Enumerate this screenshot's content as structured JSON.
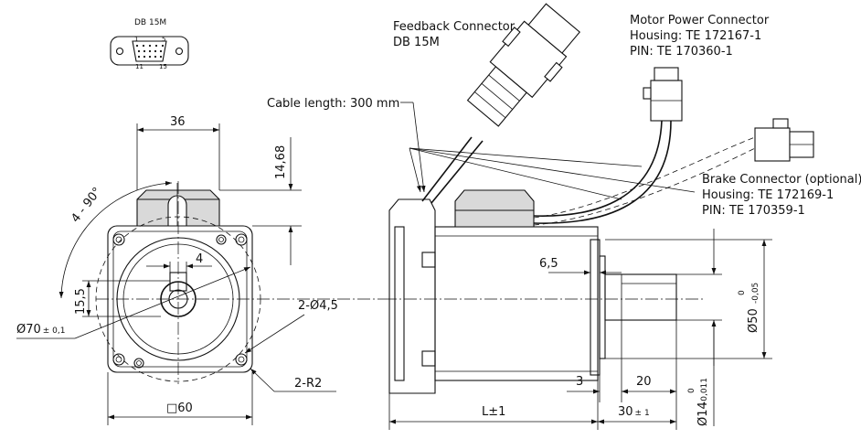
{
  "connectors": {
    "db15": {
      "title": "DB 15M",
      "pin_1": "1",
      "pin_5": "5",
      "pin_11": "11",
      "pin_15": "15"
    },
    "feedback": {
      "line1": "Feedback Connector",
      "line2": "DB 15M"
    },
    "motor_power": {
      "line1": "Motor Power Connector",
      "line2": "Housing: TE 172167-1",
      "line3": "PIN: TE 170360-1"
    },
    "brake": {
      "line1": "Brake Connector (optional)",
      "line2": "Housing: TE 172169-1",
      "line3": "PIN: TE 170359-1"
    }
  },
  "cable": {
    "label": "Cable length: 300 mm"
  },
  "front_view": {
    "width_top": "36",
    "height_connector": "14,68",
    "angle": "4 - 90°",
    "key_width": "4",
    "key_height": "15,5",
    "pilot_dia": "Ø70",
    "pilot_tol": "± 0,1",
    "holes": "2-Ø4,5",
    "radius": "2-R2",
    "square": "□60"
  },
  "side_view": {
    "flange_thk": "6,5",
    "pilot_len": "3",
    "keyway_len": "20",
    "length": "L±1",
    "shaft_len": "30",
    "shaft_len_tol": "± 1",
    "pilot_dia": "Ø50",
    "pilot_tol_upper": "0",
    "pilot_tol_lower": "-0,05",
    "shaft_dia": "Ø14",
    "shaft_tol_upper": "0",
    "shaft_tol_lower": "-0,011"
  }
}
